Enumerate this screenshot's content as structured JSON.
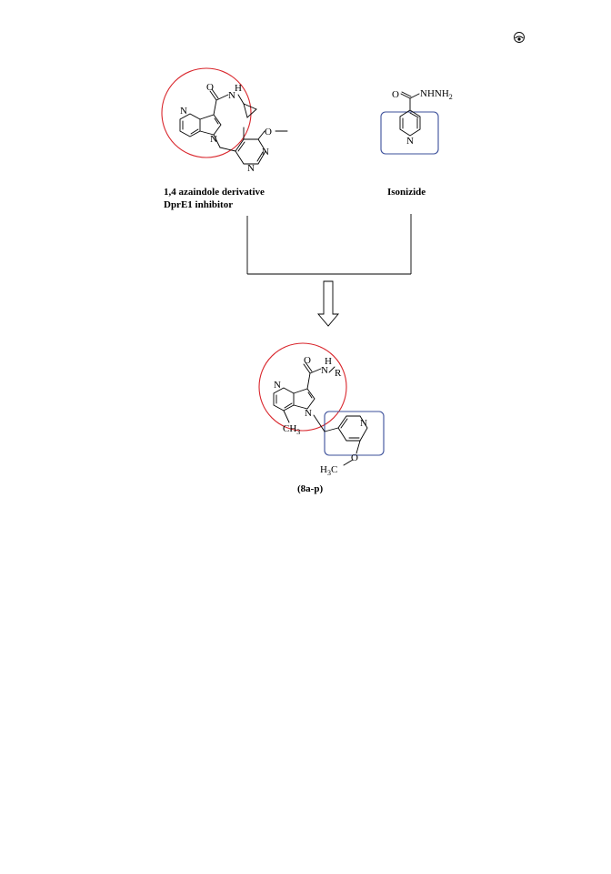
{
  "corner_icon": "circled-dot-icon",
  "colors": {
    "red_highlight": "#d9262c",
    "blue_highlight": "#3b4f9a",
    "ink": "#000000"
  },
  "left_molecule": {
    "atoms": {
      "n_pyridine": "N",
      "o_carbonyl": "O",
      "n_amide": "N",
      "h_amide": "H",
      "n_pyrrole": "N",
      "o_methoxy": "O",
      "n_pyrimidine_1": "N",
      "n_pyrimidine_2": "N"
    },
    "caption_line1": "1,4 azaindole derivative",
    "caption_line2": "DprE1 inhibitor"
  },
  "right_molecule": {
    "atoms": {
      "o_carbonyl": "O",
      "hydrazide": "NHNH",
      "hydrazide_sub": "2",
      "n_pyridine": "N"
    },
    "caption": "Isonizide"
  },
  "product": {
    "atoms": {
      "o_carbonyl": "O",
      "h_amide": "H",
      "n_amide": "N",
      "r_group": "R",
      "n_pyridine": "N",
      "n_pyrrole": "N",
      "methyl": "CH",
      "methyl_sub": "3",
      "n_pyridine_ring": "N",
      "o_methoxy": "O",
      "methoxy_h": "H",
      "methoxy_sub": "3",
      "methoxy_c": "C"
    },
    "caption": "(8a-p)"
  }
}
